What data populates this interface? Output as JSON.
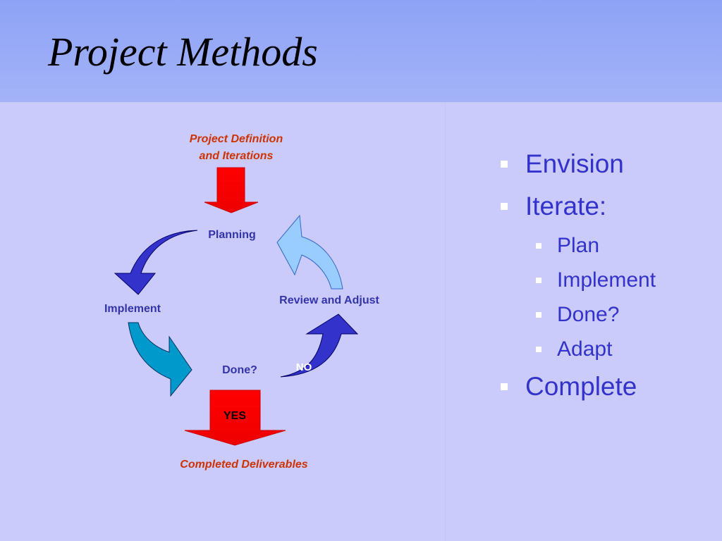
{
  "slide": {
    "title": "Project Methods"
  },
  "diagram": {
    "input_label_line1": "Project Definition",
    "input_label_line2": "and Iterations",
    "planning": "Planning",
    "implement": "Implement",
    "done": "Done?",
    "review": "Review and Adjust",
    "no": "NO",
    "yes": "YES",
    "output_label": "Completed Deliverables",
    "colors": {
      "red_arrow": "#ff0000",
      "red_text": "#cc3300",
      "dark_blue": "#3333cc",
      "teal": "#0099cc",
      "light_blue": "#99ccff",
      "label_blue": "#3333aa"
    }
  },
  "bullets": [
    {
      "level": 1,
      "text": "Envision"
    },
    {
      "level": 1,
      "text": "Iterate:"
    },
    {
      "level": 2,
      "text": "Plan"
    },
    {
      "level": 2,
      "text": "Implement"
    },
    {
      "level": 2,
      "text": "Done?"
    },
    {
      "level": 2,
      "text": "Adapt"
    },
    {
      "level": 1,
      "text": "Complete"
    }
  ]
}
